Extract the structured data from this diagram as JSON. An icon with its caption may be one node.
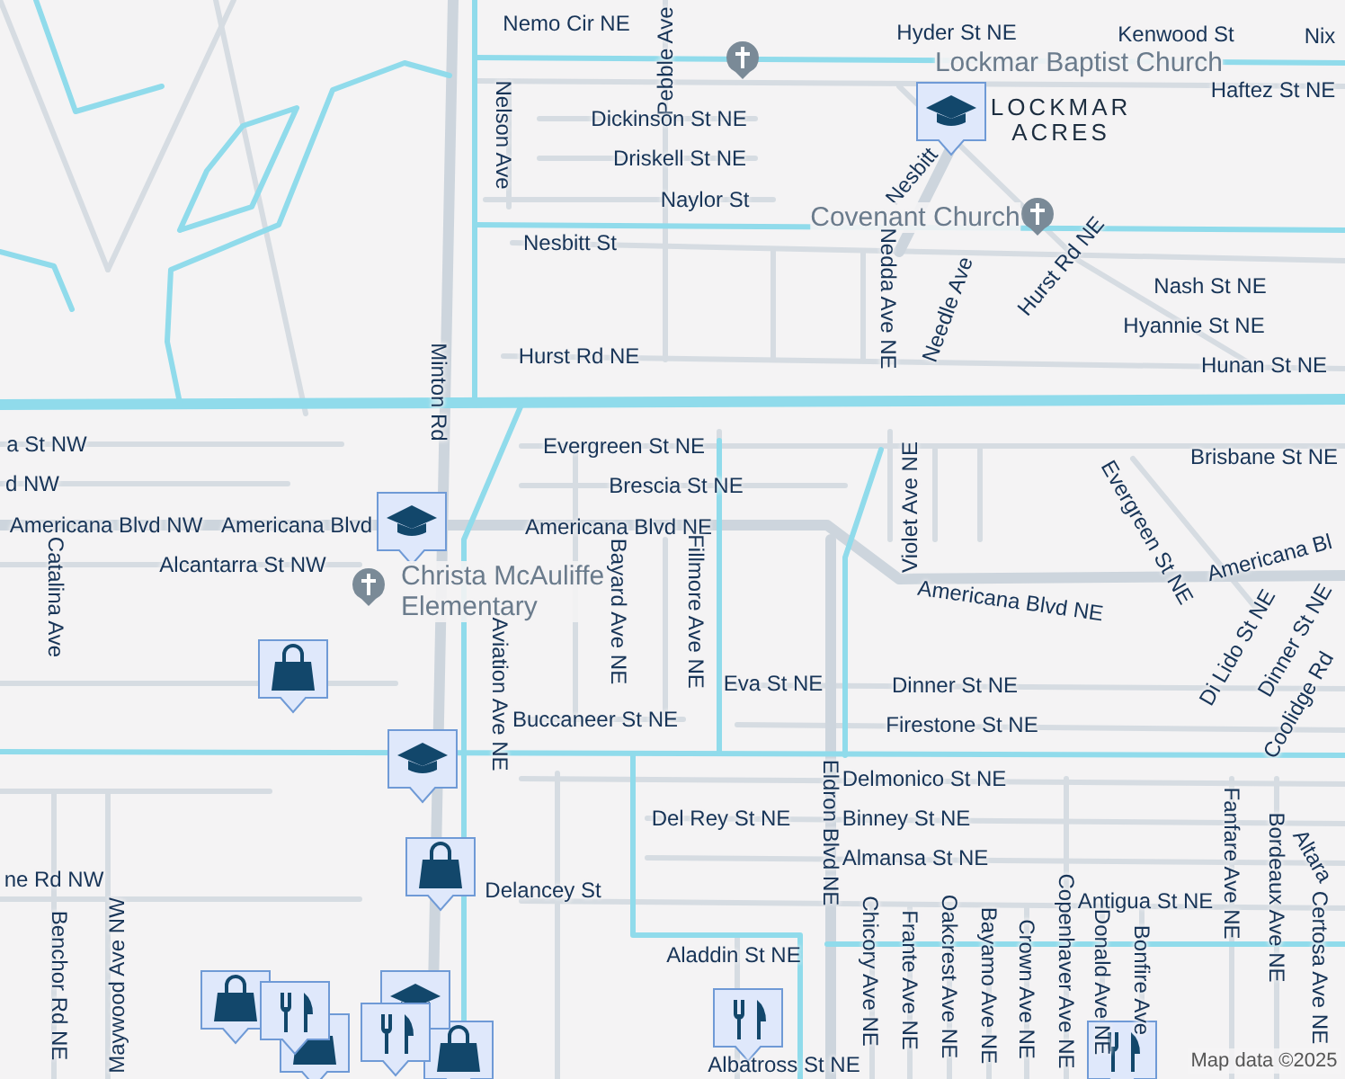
{
  "diagram": {
    "labels": [
      "Nemo Cir NE",
      "Pebble Ave",
      "Hyder St NE",
      "Kenwood St",
      "Nix",
      "Lockmar Baptist Church",
      "Haftez St NE",
      "LOCKMAR ACRES",
      "Dickinson St NE",
      "Nelson Ave",
      "Driskell St NE",
      "Naylor St",
      "Nesbitt",
      "Covenant Church",
      "Nesbitt St",
      "Nedda Ave NE",
      "Needle Ave",
      "Hurst Rd NE",
      "Nash St NE",
      "Hyannie St NE",
      "Hunan St NE",
      "Hurst Rd NE",
      "Minton Rd",
      "a St NW",
      "d NW",
      "Evergreen St NE",
      "Brisbane St NE",
      "Brescia St NE",
      "Americana Blvd NW",
      "Americana Blvd",
      "Americana Blvd NE",
      "Violet Ave NE",
      "Evergreen St NE",
      "Alcantarra St NW",
      "Christa McAuliffe Elementary",
      "Catalina Ave",
      "Aviation Ave NE",
      "Bayard Ave NE",
      "Fillmore Ave NE",
      "Americana Blvd NE",
      "Americana Bl",
      "Di Lido St NE",
      "Dinner St NE",
      "Coolidge Rd",
      "Eva St NE",
      "Dinner St NE",
      "Buccaneer St NE",
      "Firestone St NE",
      "Eldron Blvd NE",
      "Delmonico St NE",
      "Del Rey St NE",
      "Binney St NE",
      "Almansa St NE",
      "Fanfare Ave NE",
      "Bordeaux Ave NE",
      "Altara",
      "ne Rd NW",
      "Delancey St",
      "Antigua St NE",
      "Maywood Ave NW",
      "Copenhaver Ave NE",
      "Aladdin St NE",
      "Benchor Rd NE",
      "Chicory Ave NE",
      "Frante Ave NE",
      "Oakcrest Ave NE",
      "Bayamo Ave NE",
      "Crown Ave NE",
      "Donald Ave NE",
      "Bonfire Ave",
      "Certosa Ave NE",
      "Albatross St NE",
      "Map data ©2025"
    ]
  }
}
